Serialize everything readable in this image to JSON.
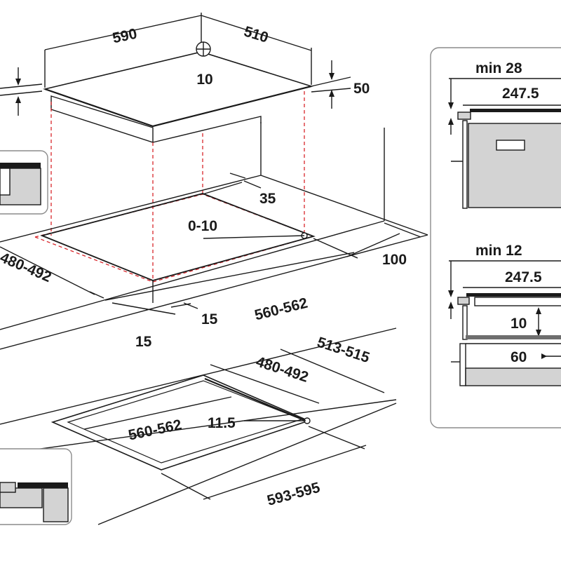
{
  "colors": {
    "line": "#1a1a1a",
    "cutout_guides": "#d9262b",
    "fill": "#d3d3d3"
  },
  "dimensions": {
    "hob_width": "590",
    "hob_depth": "510",
    "hob_thickness": "50",
    "fixing_hole": "10",
    "back_clearance": "35",
    "edge_gap": "0-10",
    "front_clearance": "100",
    "cutout_depth": "480-492",
    "cutout_width": "560-562",
    "side_gap_a": "15",
    "side_gap_b": "15",
    "flush_outer_depth": "513-515",
    "flush_inner_depth": "480-492",
    "flush_inner_width": "560-562",
    "flush_step": "11.5",
    "flush_outer_width": "593-595"
  },
  "side_views": {
    "top": {
      "min_label": "min 28",
      "depth_label": "247.5"
    },
    "bottom": {
      "min_label": "min 12",
      "depth_label": "247.5",
      "gap_label": "10",
      "clearance_label": "60"
    }
  }
}
